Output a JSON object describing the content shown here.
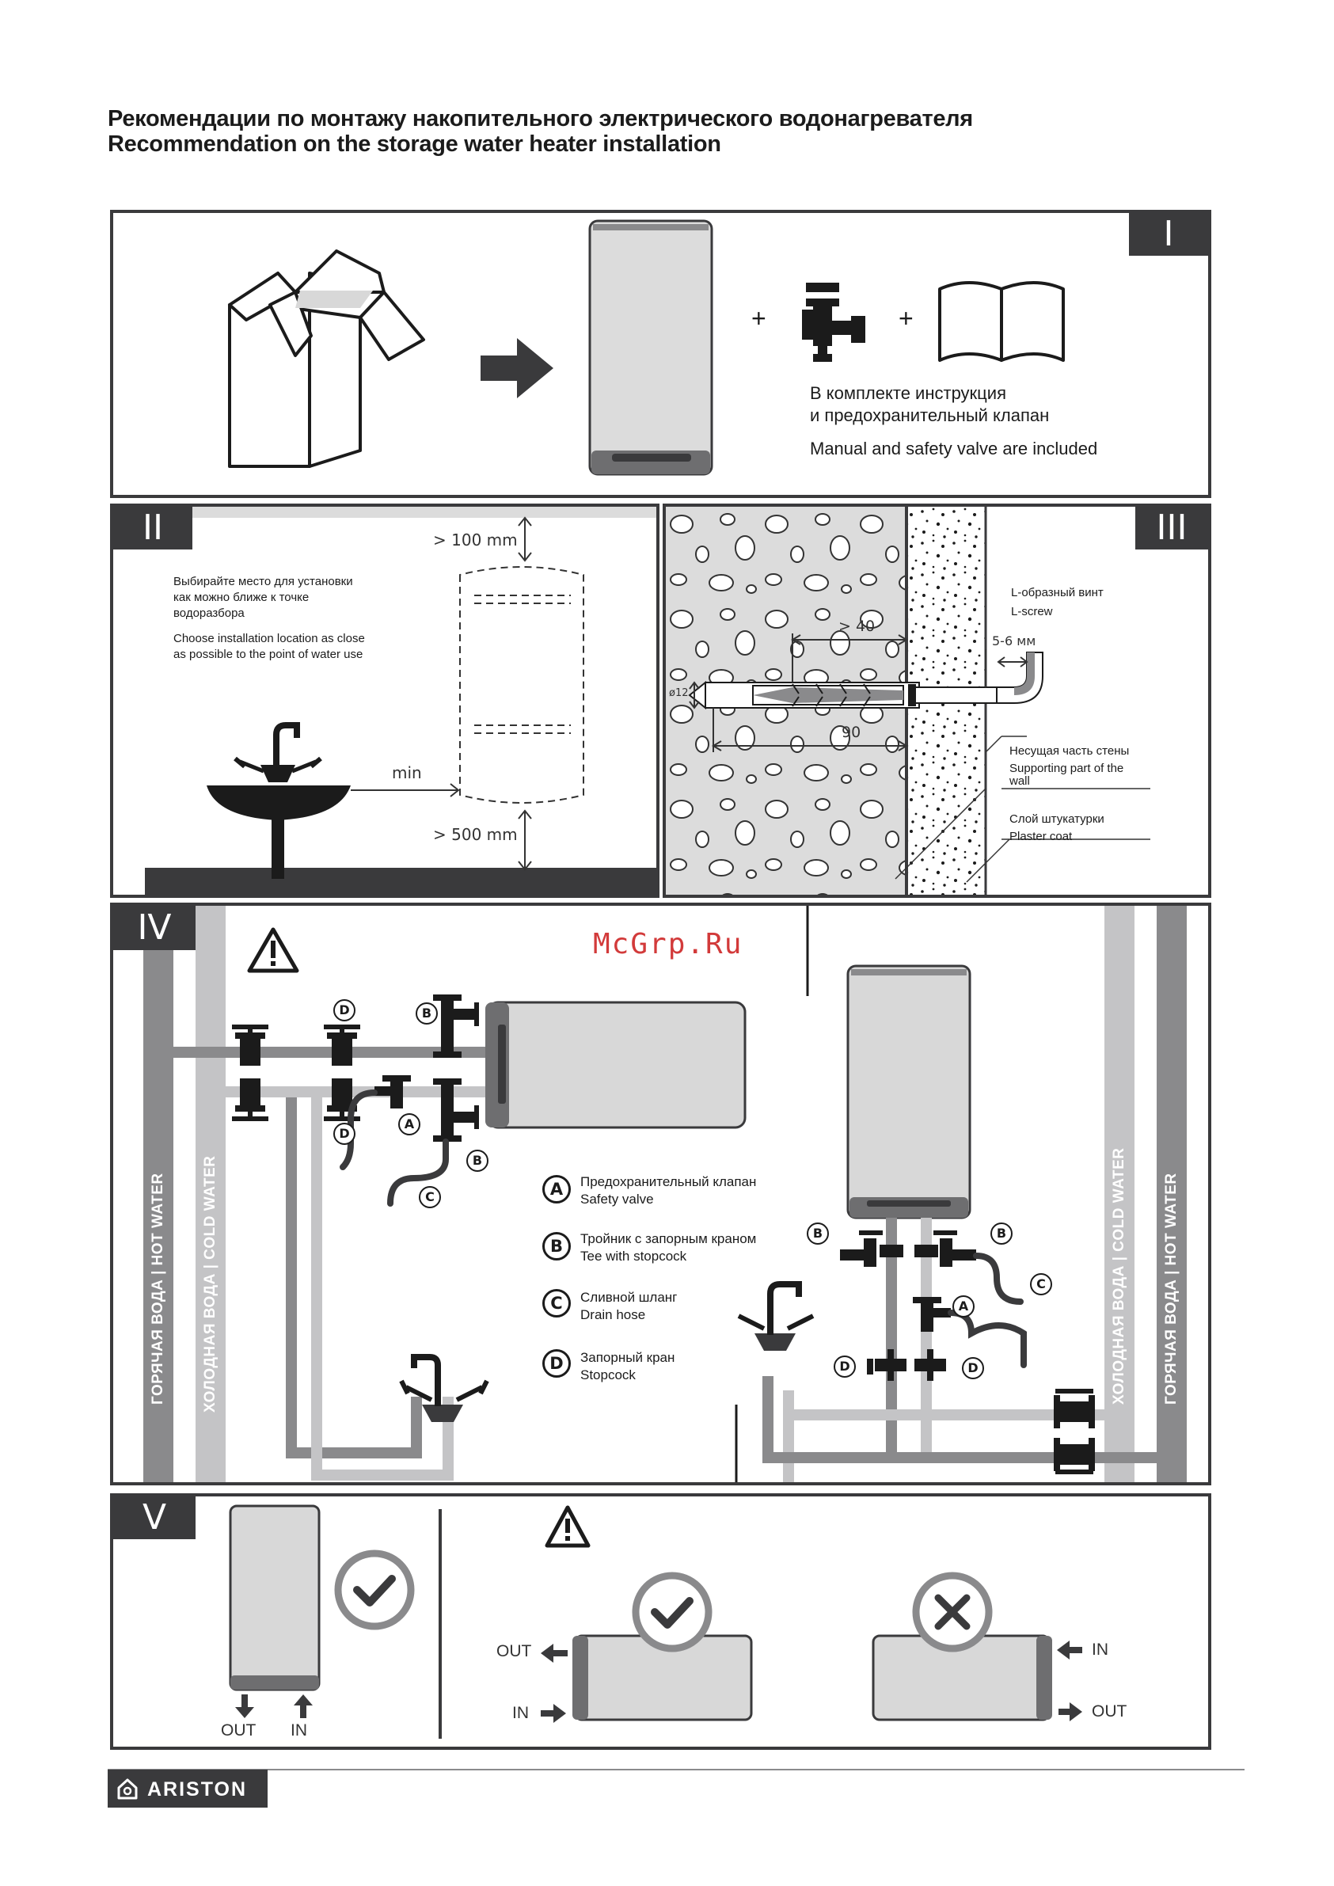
{
  "header": {
    "title_ru": "Рекомендации по монтажу накопительного электрического водонагревателя",
    "title_en": "Recommendation on the storage water heater installation"
  },
  "panel1": {
    "numeral": "I",
    "plus": "+",
    "kit_ru_line1": "В комплекте инструкция",
    "kit_ru_line2": "и предохранительный клапан",
    "kit_en": "Manual and safety valve are included"
  },
  "panel2": {
    "numeral": "II",
    "clearance_top": "> 100 mm",
    "clearance_bottom": "> 500 mm",
    "min_label": "min",
    "text_ru_1": "Выбирайте место для установки",
    "text_ru_2": "как можно ближе к точке",
    "text_ru_3": "водоразбора",
    "text_en_1": "Choose installation location as close",
    "text_en_2": "as possible to the point of water use"
  },
  "panel3": {
    "numeral": "III",
    "dim_40": "> 40",
    "dim_90": "90",
    "dim_12": "ø12",
    "dim_56": "5-6 мм",
    "screw_ru": "L-образный винт",
    "screw_en": "L-screw",
    "wall_ru": "Несущая часть стены",
    "wall_en_1": "Supporting part of the",
    "wall_en_2": "wall",
    "plaster_ru": "Слой штукатурки",
    "plaster_en": "Plaster coat"
  },
  "panel4": {
    "numeral": "IV",
    "watermark": "McGrp.Ru",
    "hot_label": "ГОРЯЧАЯ ВОДА  |  HOT WATER",
    "cold_label": "ХОЛОДНАЯ ВОДА  |  COLD WATER",
    "legend": [
      {
        "key": "A",
        "ru": "Предохранительный клапан",
        "en": "Safety valve"
      },
      {
        "key": "B",
        "ru": "Тройник с запорным краном",
        "en": "Tee with stopcock"
      },
      {
        "key": "C",
        "ru": "Сливной шланг",
        "en": "Drain hose"
      },
      {
        "key": "D",
        "ru": "Запорный кран",
        "en": "Stopcock"
      }
    ],
    "letters": {
      "a": "A",
      "b": "B",
      "c": "C",
      "d": "D"
    }
  },
  "panel5": {
    "numeral": "V",
    "out": "OUT",
    "in": "IN"
  },
  "footer": {
    "brand": "ARISTON"
  },
  "colors": {
    "dark": "#3a3a3c",
    "pipe_hot": "#8a8a8c",
    "pipe_cold": "#c4c4c6",
    "tank": "#d8d8d8",
    "stone_bg": "#dcdcdc"
  }
}
